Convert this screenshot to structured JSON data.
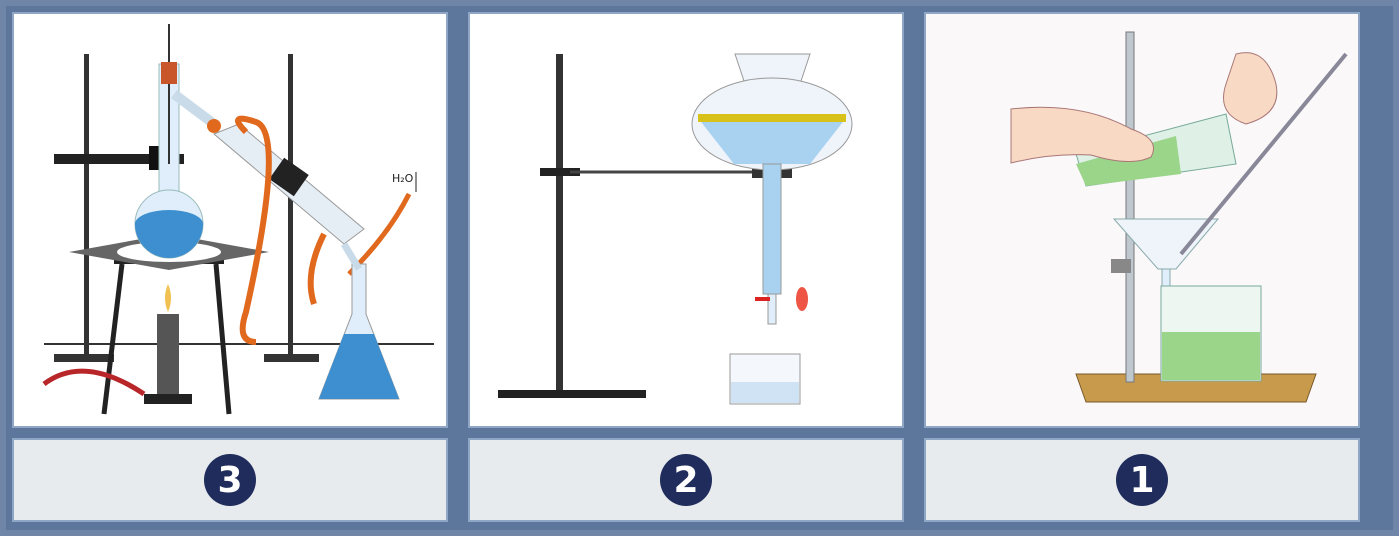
{
  "panels": [
    {
      "number": "3",
      "apparatus_label": "H₂O"
    },
    {
      "number": "2"
    },
    {
      "number": "1"
    }
  ],
  "colors": {
    "frame": "#5d769b",
    "badge": "#1f2c5c",
    "liquid_blue": "#3d8fd0",
    "oil_yellow": "#d8c21a",
    "green_liquid": "#9ad58a",
    "tube_orange": "#e0691e"
  }
}
